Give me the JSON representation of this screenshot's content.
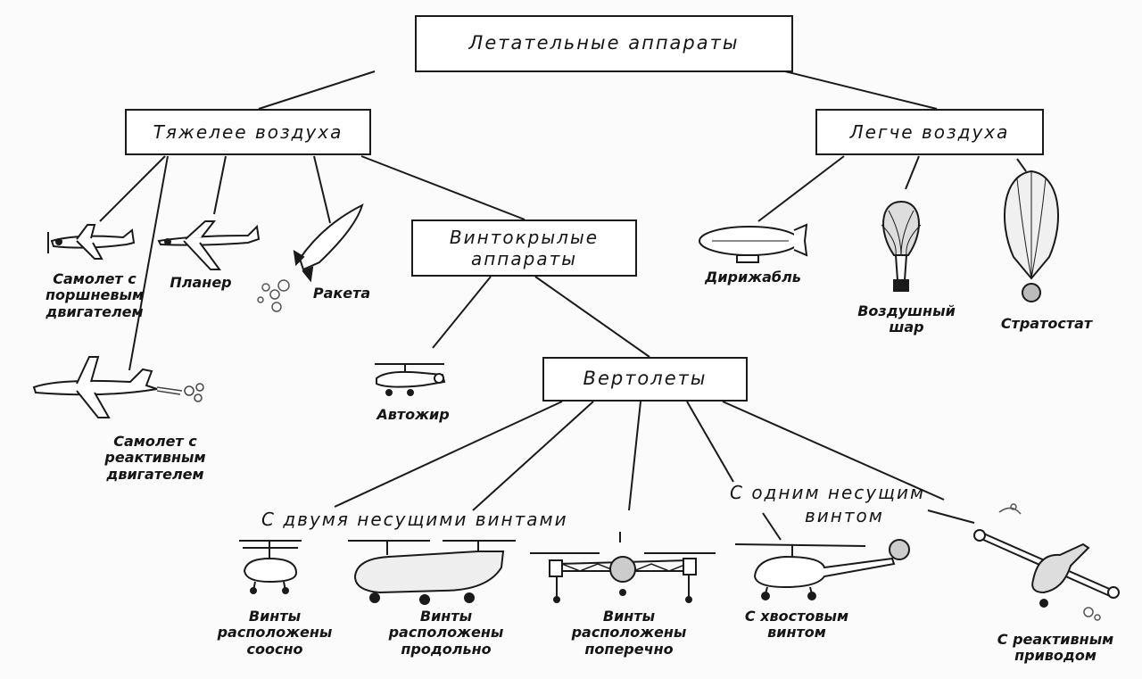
{
  "boxes": {
    "root": "Летательные аппараты",
    "heavier": "Тяжелее воздуха",
    "lighter": "Легче воздуха",
    "rotorcraft": "Винтокрылые\nаппараты",
    "helicopters": "Вертолеты"
  },
  "labels": {
    "piston_plane": "Самолет с\nпоршневым\nдвигателем",
    "glider": "Планер",
    "rocket": "Ракета",
    "jet_plane": "Самолет с\nреактивным\nдвигателем",
    "autogyro": "Автожир",
    "airship": "Дирижабль",
    "balloon": "Воздушный\nшар",
    "stratostat": "Стратостат",
    "coaxial": "Винты\nрасположены\nсоосно",
    "tandem": "Винты\nрасположены\nпродольно",
    "transverse": "Винты\nрасположены\nпоперечно",
    "tail_rotor": "С хвостовым\nвинтом",
    "jet_drive": "С реактивным\nприводом"
  },
  "groups": {
    "two_rotors": "С двумя несущими винтами",
    "one_rotor_line1": "С одним несущим",
    "one_rotor_line2": "винтом"
  },
  "colors": {
    "ink": "#1a1a1a",
    "paper": "#fbfbfb"
  }
}
